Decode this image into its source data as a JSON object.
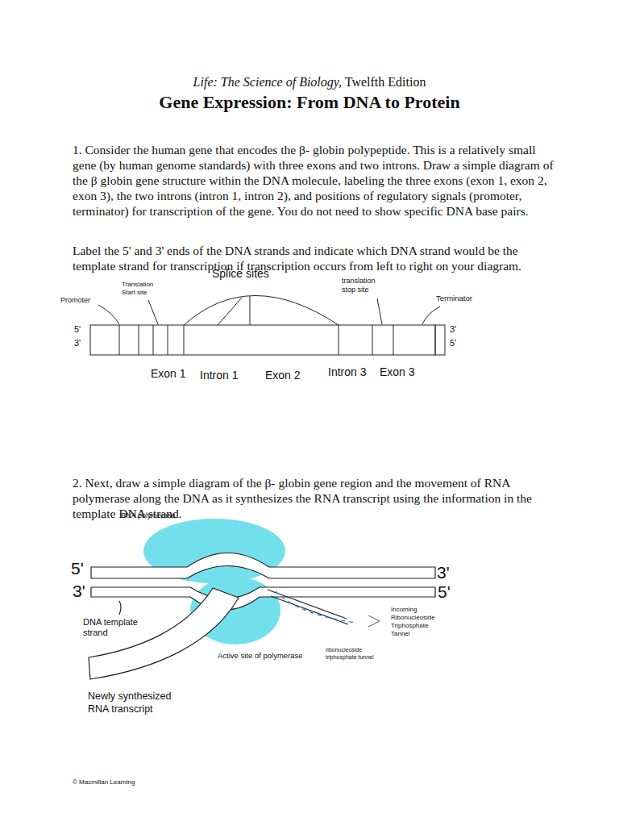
{
  "diagram": {
    "title": "Gene Expression: From DNA to Protein",
    "labels": [
      "Life: The Science of Biology,",
      "Twelfth Edition",
      "1. Consider the human gene that encodes the β- globin polypeptide. This is a relatively small gene (by human genome standards) with three exons and two introns. Draw a simple diagram of the β globin gene structure within the DNA molecule, labeling the three exons (exon 1, exon 2, exon 3), the two introns (intron 1, intron 2), and positions of regulatory signals (promoter, terminator) for transcription of the gene. You do not need to show specific DNA base pairs.",
      "Label the 5' and 3' ends of the DNA strands and indicate which DNA strand would be the template strand for transcription if transcription occurs from left to right on your diagram.",
      "Splice sites",
      "Translation Start site",
      "Promoter",
      "translation stop site",
      "Terminator",
      "5'",
      "3'",
      "3'",
      "5'",
      "Exon 1",
      "Intron 1",
      "Exon 2",
      "Intron 3",
      "Exon 3",
      "2. Next, draw a simple diagram of the β- globin gene region and the movement of RNA polymerase along the DNA as it synthesizes the RNA transcript using the information in the template DNA strand.",
      "RNA polymerase",
      "5'",
      "3'",
      "3'",
      "5'",
      "DNA template strand",
      "Active site of polymerase",
      "ribonucleoside triphosphate tunnel",
      "Incoming Ribonucleoside Triphosphate Tannel",
      "Newly synthesized RNA transcript",
      "© Macmillan Learning"
    ]
  }
}
